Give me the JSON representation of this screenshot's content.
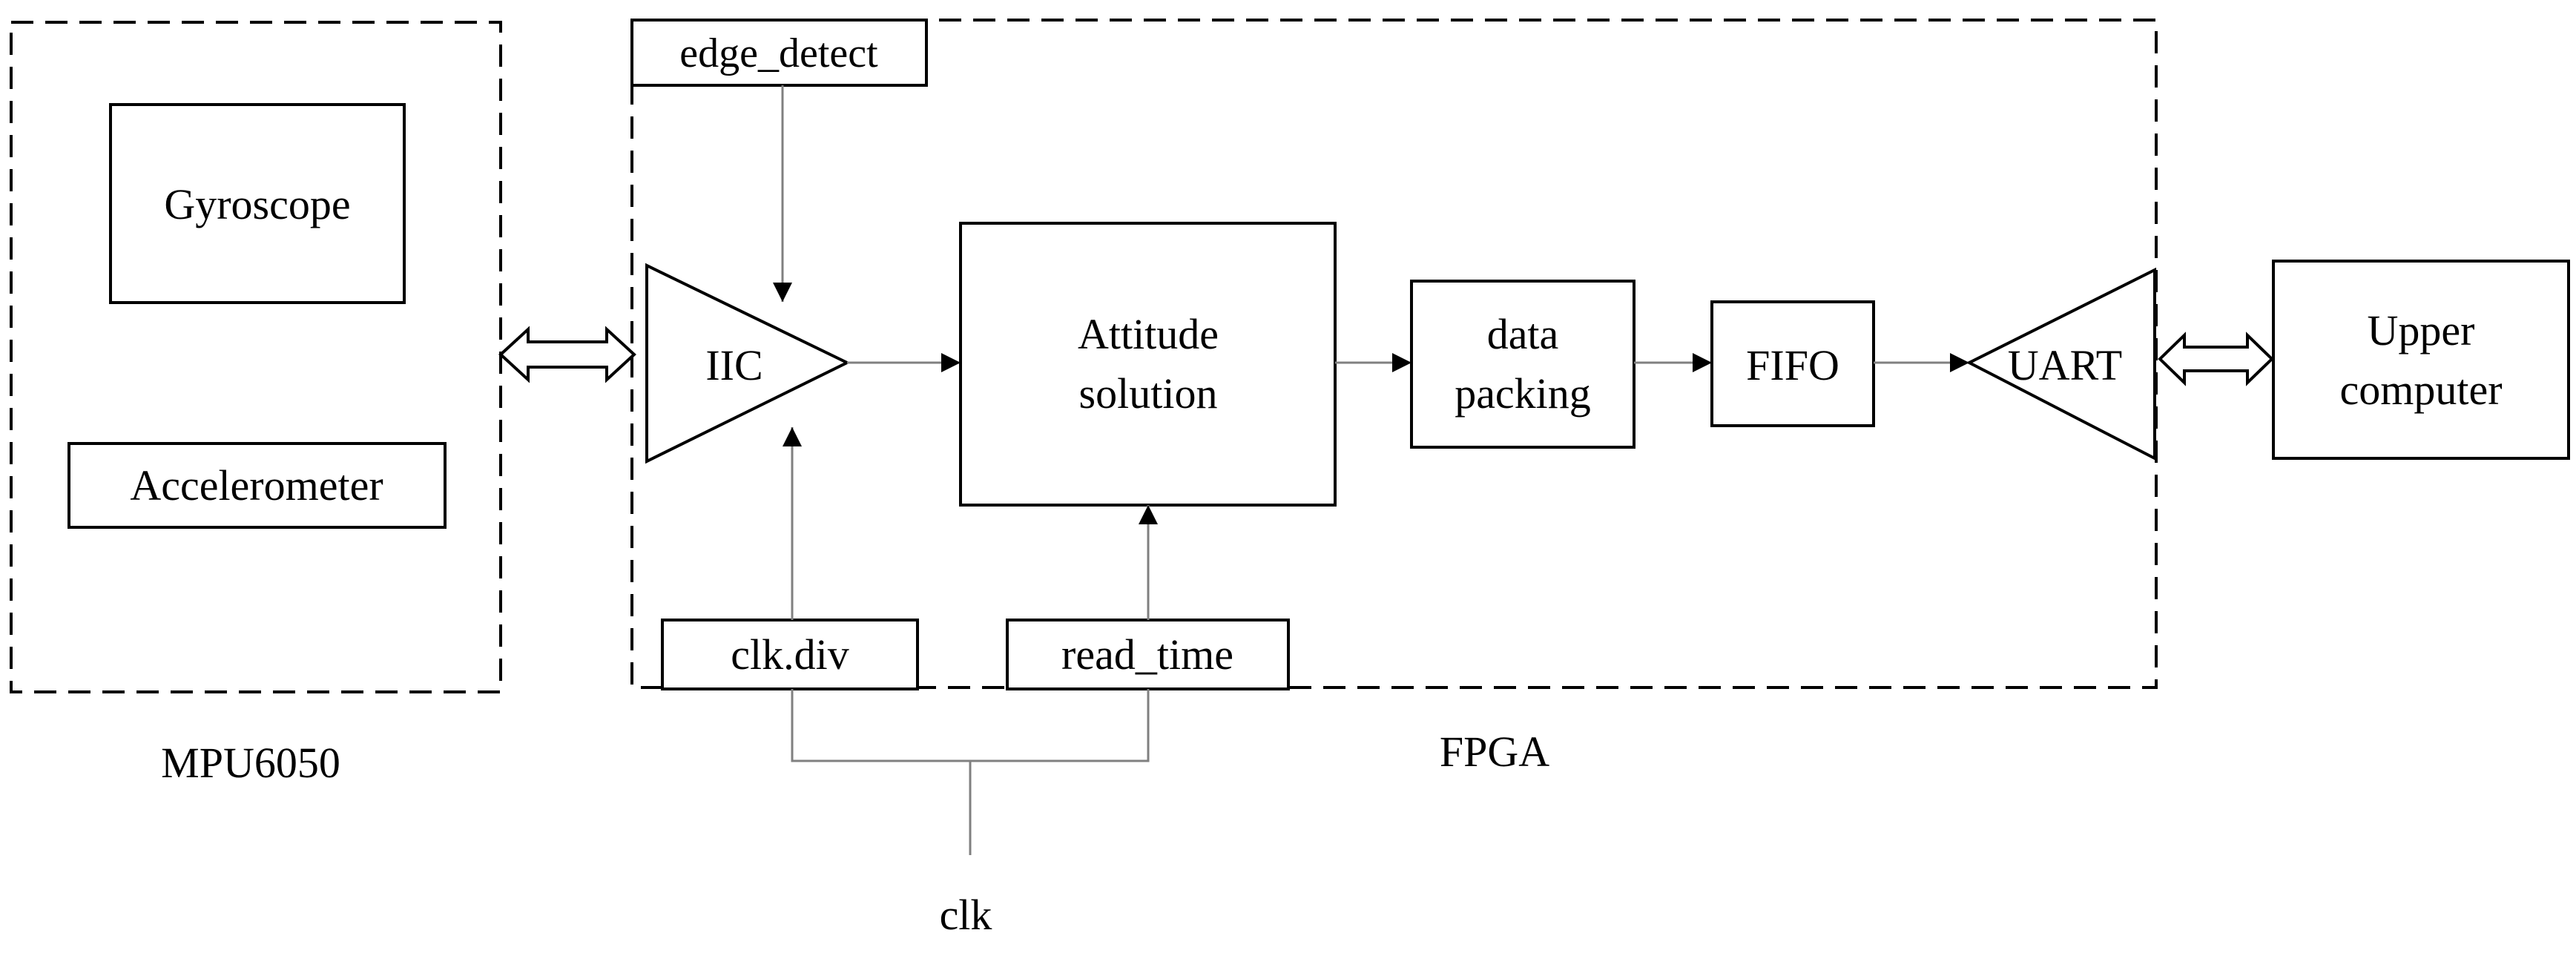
{
  "groups": {
    "mpu": {
      "label": "MPU6050"
    },
    "fpga": {
      "label": "FPGA"
    }
  },
  "blocks": {
    "gyroscope": "Gyroscope",
    "accelerometer": "Accelerometer",
    "edge_detect": "edge_detect",
    "iic": "IIC",
    "attitude": {
      "line1": "Attitude",
      "line2": "solution"
    },
    "data_packing": {
      "line1": "data",
      "line2": "packing"
    },
    "fifo": "FIFO",
    "uart": "UART",
    "upper_computer": {
      "line1": "Upper",
      "line2": "computer"
    },
    "clk_div": "clk.div",
    "read_time": "read_time"
  },
  "signals": {
    "clk": "clk"
  },
  "colors": {
    "stroke": "#000000",
    "thin_line": "#808080",
    "background": "#ffffff"
  }
}
